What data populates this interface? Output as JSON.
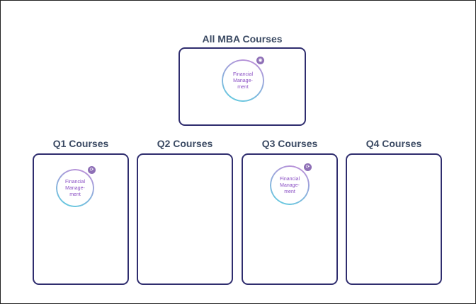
{
  "top": {
    "title": "All MBA Courses",
    "courses": [
      {
        "label": "Financial Manage- ment",
        "badge_icon": "target-icon"
      }
    ]
  },
  "quarters": [
    {
      "title": "Q1 Courses",
      "courses": [
        {
          "label": "Financial Manage- ment",
          "badge_icon": "refresh-icon"
        }
      ]
    },
    {
      "title": "Q2 Courses",
      "courses": []
    },
    {
      "title": "Q3 Courses",
      "courses": [
        {
          "label": "Financial Manage- ment",
          "badge_icon": "refresh-icon"
        }
      ]
    },
    {
      "title": "Q4 Courses",
      "courses": []
    }
  ]
}
